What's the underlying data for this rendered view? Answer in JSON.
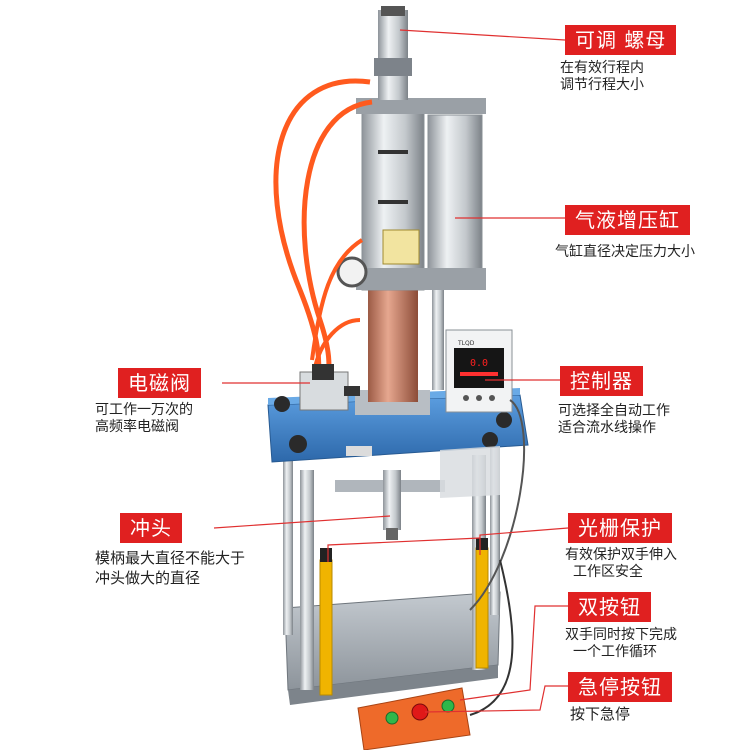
{
  "colors": {
    "label_bg": "#e02020",
    "label_text": "#ffffff",
    "leader_line": "#e03030",
    "machine_blue": "#3d7fc8",
    "hose_orange": "#ff5a1e",
    "cylinder_copper": "#c9806a",
    "light_curtain_yellow": "#f0b400",
    "estop_box_orange": "#ee6a2a"
  },
  "controller_display": {
    "brand": "TLQD",
    "readout": "0.0"
  },
  "callouts": {
    "nut": {
      "label": "可调 螺母",
      "desc": [
        "在有效行程内",
        "调节行程大小"
      ]
    },
    "booster": {
      "label": "气液增压缸",
      "desc": [
        "气缸直径决定压力大小"
      ]
    },
    "valve": {
      "label": "电磁阀",
      "desc": [
        "可工作一万次的",
        "高频率电磁阀"
      ]
    },
    "controller": {
      "label": "控制器",
      "desc": [
        "可选择全自动工作",
        "适合流水线操作"
      ]
    },
    "punch": {
      "label": "冲头",
      "desc": [
        "模柄最大直径不能大于",
        "冲头做大的直径"
      ]
    },
    "grating": {
      "label": "光栅保护",
      "desc": [
        "有效保护双手伸入",
        "工作区安全"
      ]
    },
    "dual_button": {
      "label": "双按钮",
      "desc": [
        "双手同时按下完成",
        "一个工作循环"
      ]
    },
    "estop": {
      "label": "急停按钮",
      "desc": [
        "按下急停"
      ]
    }
  }
}
